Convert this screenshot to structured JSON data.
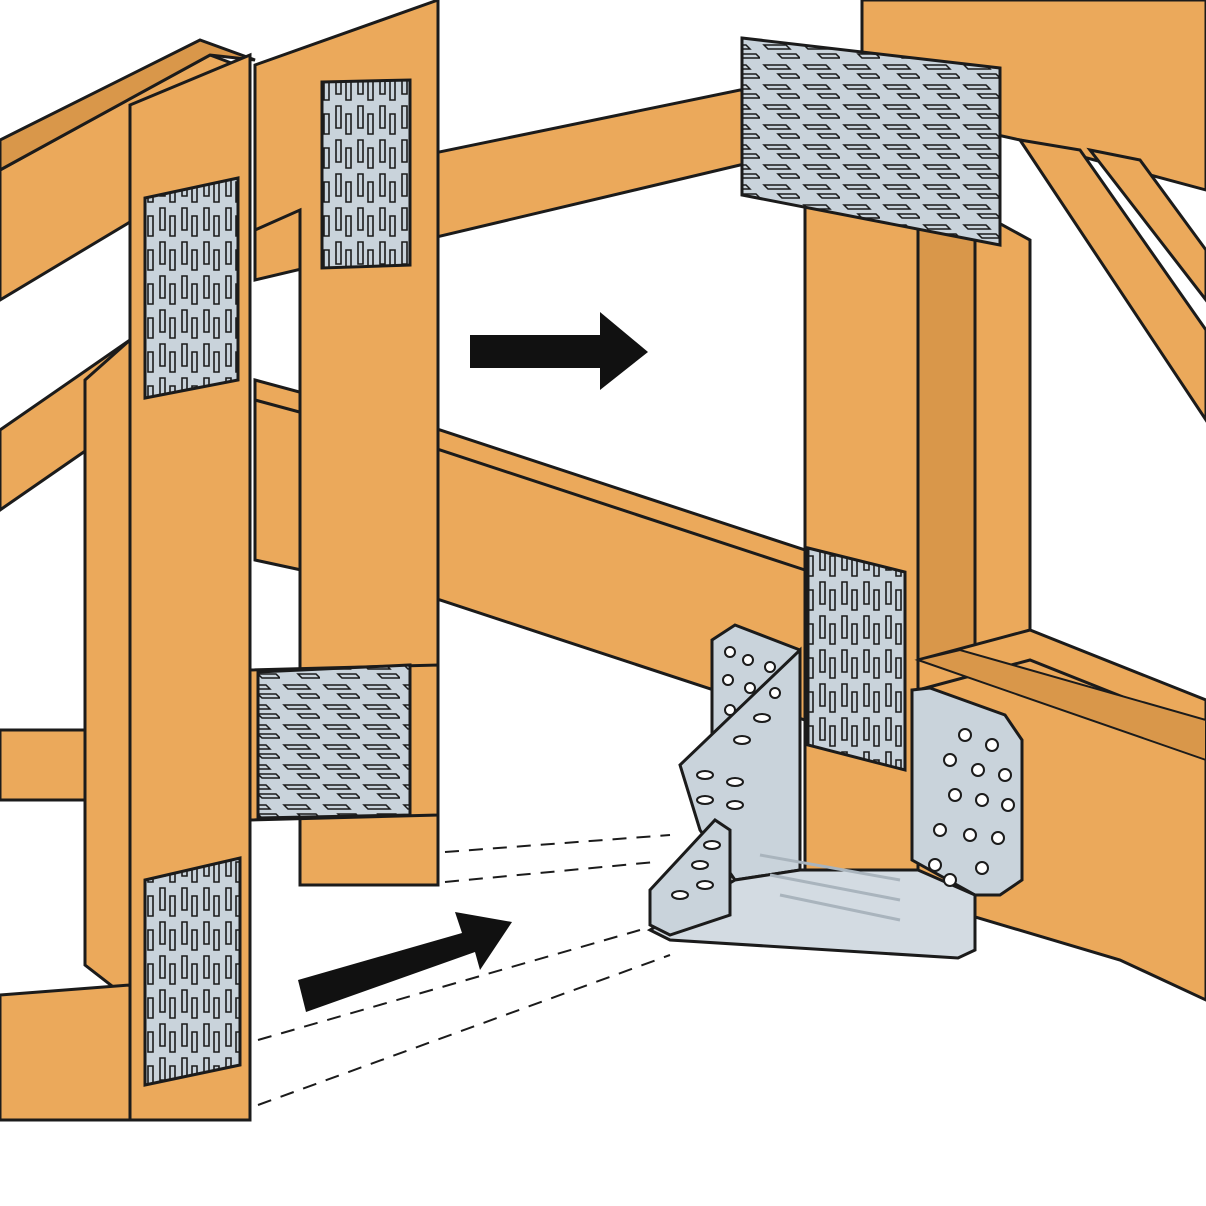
{
  "illustration": {
    "kind": "truss-connector-retrofit",
    "text_labels": [],
    "colors": {
      "background": "#ffffff",
      "lumber": "#EBA95B",
      "lumber_shade": "#D9974A",
      "plate": "#C9D3DB",
      "plate_edge": "#A9B4BD",
      "outline": "#1b1b1b",
      "arrow": "#111111"
    },
    "icons": [
      "arrow-right-icon",
      "arrow-right-icon"
    ],
    "parts": {
      "left_truss": [
        "top-chord",
        "web-member",
        "vertical-web",
        "bottom-chord",
        "nail-plate"
      ],
      "right_truss": [
        "top-chord",
        "vertical-post",
        "bottom-chord",
        "nail-plate"
      ],
      "hardware": "truss-hanger-bracket"
    }
  }
}
